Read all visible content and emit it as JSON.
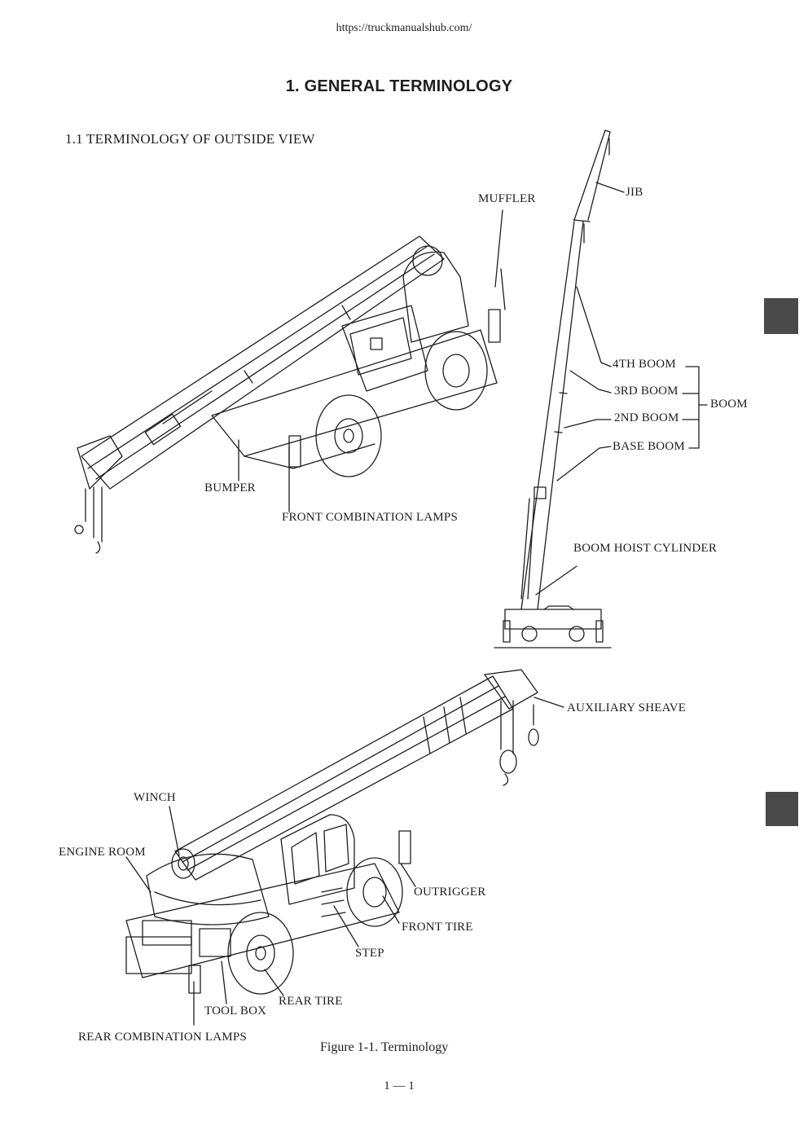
{
  "page": {
    "source_url": "https://truckmanualshub.com/",
    "section_title": "1. GENERAL TERMINOLOGY",
    "subsection_title": "1.1   TERMINOLOGY OF OUTSIDE VIEW",
    "figure_caption": "Figure 1-1.   Terminology",
    "page_number": "1 — 1"
  },
  "labels": {
    "muffler": "MUFFLER",
    "bumper": "BUMPER",
    "front_combination_lamps": "FRONT COMBINATION LAMPS",
    "jib": "JIB",
    "boom_4th": "4TH BOOM",
    "boom_3rd": "3RD BOOM",
    "boom_2nd": "2ND BOOM",
    "base_boom": "BASE BOOM",
    "boom": "BOOM",
    "boom_hoist_cylinder": "BOOM HOIST CYLINDER",
    "auxiliary_sheave": "AUXILIARY SHEAVE",
    "winch": "WINCH",
    "engine_room": "ENGINE ROOM",
    "outrigger": "OUTRIGGER",
    "front_tire": "FRONT TIRE",
    "step": "STEP",
    "rear_tire": "REAR TIRE",
    "tool_box": "TOOL BOX",
    "rear_combination_lamps": "REAR COMBINATION LAMPS"
  },
  "colors": {
    "ink": "#1e1e1e",
    "paper": "#ffffff",
    "side_tab": "#4a4a4a"
  }
}
